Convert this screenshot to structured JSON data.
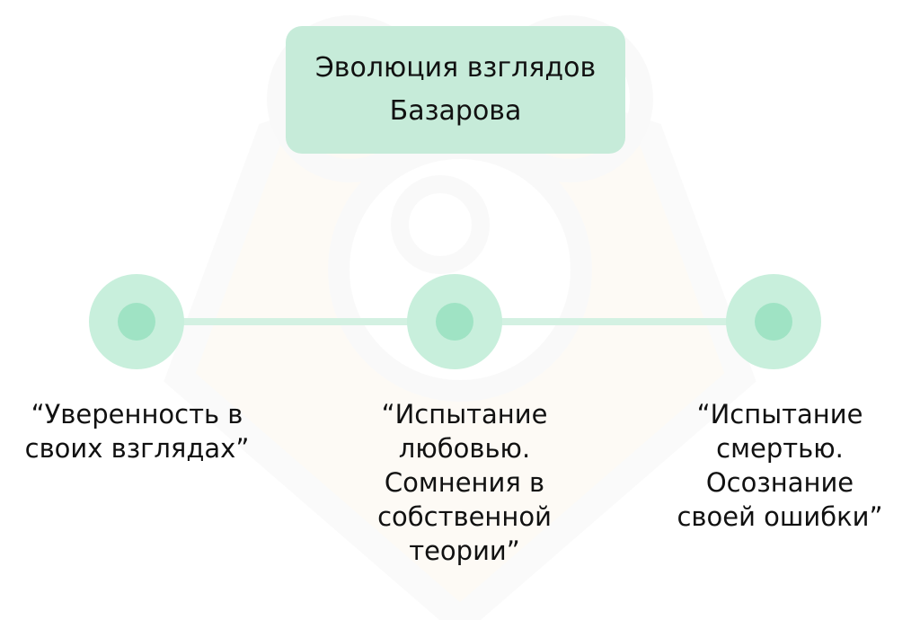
{
  "title": "Эволюция взглядов\nБазарова",
  "stages": [
    {
      "label": "“Уверенность в\nсвоих взглядах”"
    },
    {
      "label": "“Испытание\nлюбовью.\nСомнения в\nсобственной\nтеории”"
    },
    {
      "label": "“Испытание\nсмертью.\nОсознание\nсвоей ошибки”"
    }
  ],
  "colors": {
    "title_bg": "#c6ebd9",
    "node_outer": "#c8efdc",
    "node_inner": "#9fe3c4",
    "connector": "#d3f1e2",
    "text": "#111111"
  }
}
